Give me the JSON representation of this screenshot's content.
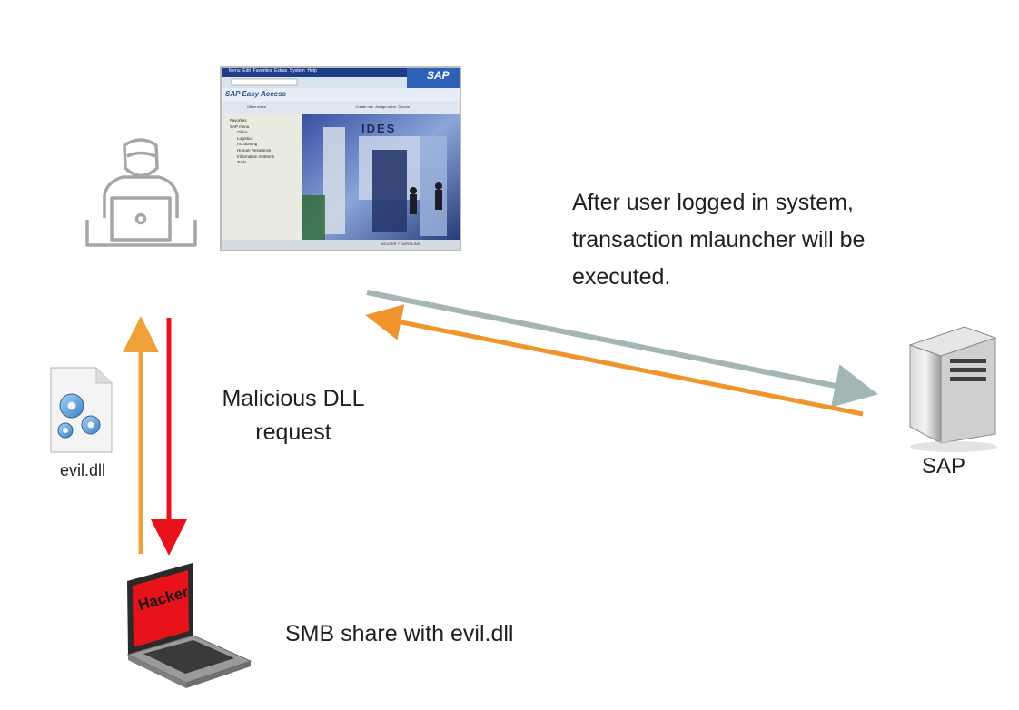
{
  "captions": {
    "after_login": "After user logged in system, transaction mlauncher will be executed.",
    "dll_request_line1": "Malicious DLL",
    "dll_request_line2": "request",
    "file_name": "evil.dll",
    "server_name": "SAP",
    "smb_share": "SMB share with evil.dll"
  },
  "sap_window": {
    "title_logo": "SAP",
    "screen_title": "SAP Easy Access",
    "menu_items": [
      "Menu",
      "Edit",
      "Favorites",
      "Extras",
      "System",
      "Help"
    ],
    "toolbar_items": [
      "Other menu",
      "Create role",
      "Assign users",
      "Docum"
    ],
    "tree": [
      "Favorites",
      "SAP menu",
      "Office",
      "Logistics",
      "Accounting",
      "Human Resources",
      "Information Systems",
      "Tools"
    ],
    "banner_text": "IDES",
    "status_bar": "BCUSER  T  SAPDA  INS"
  },
  "laptop_screen_text": "Hacker",
  "colors": {
    "arrow_to_sap": "#a4b5b5",
    "arrow_from_sap": "#f0952e",
    "arrow_up_orange": "#f0a23a",
    "arrow_down_red": "#e8121b",
    "user_icon": "#a6a6a6",
    "hacker_screen": "#e8121b"
  }
}
